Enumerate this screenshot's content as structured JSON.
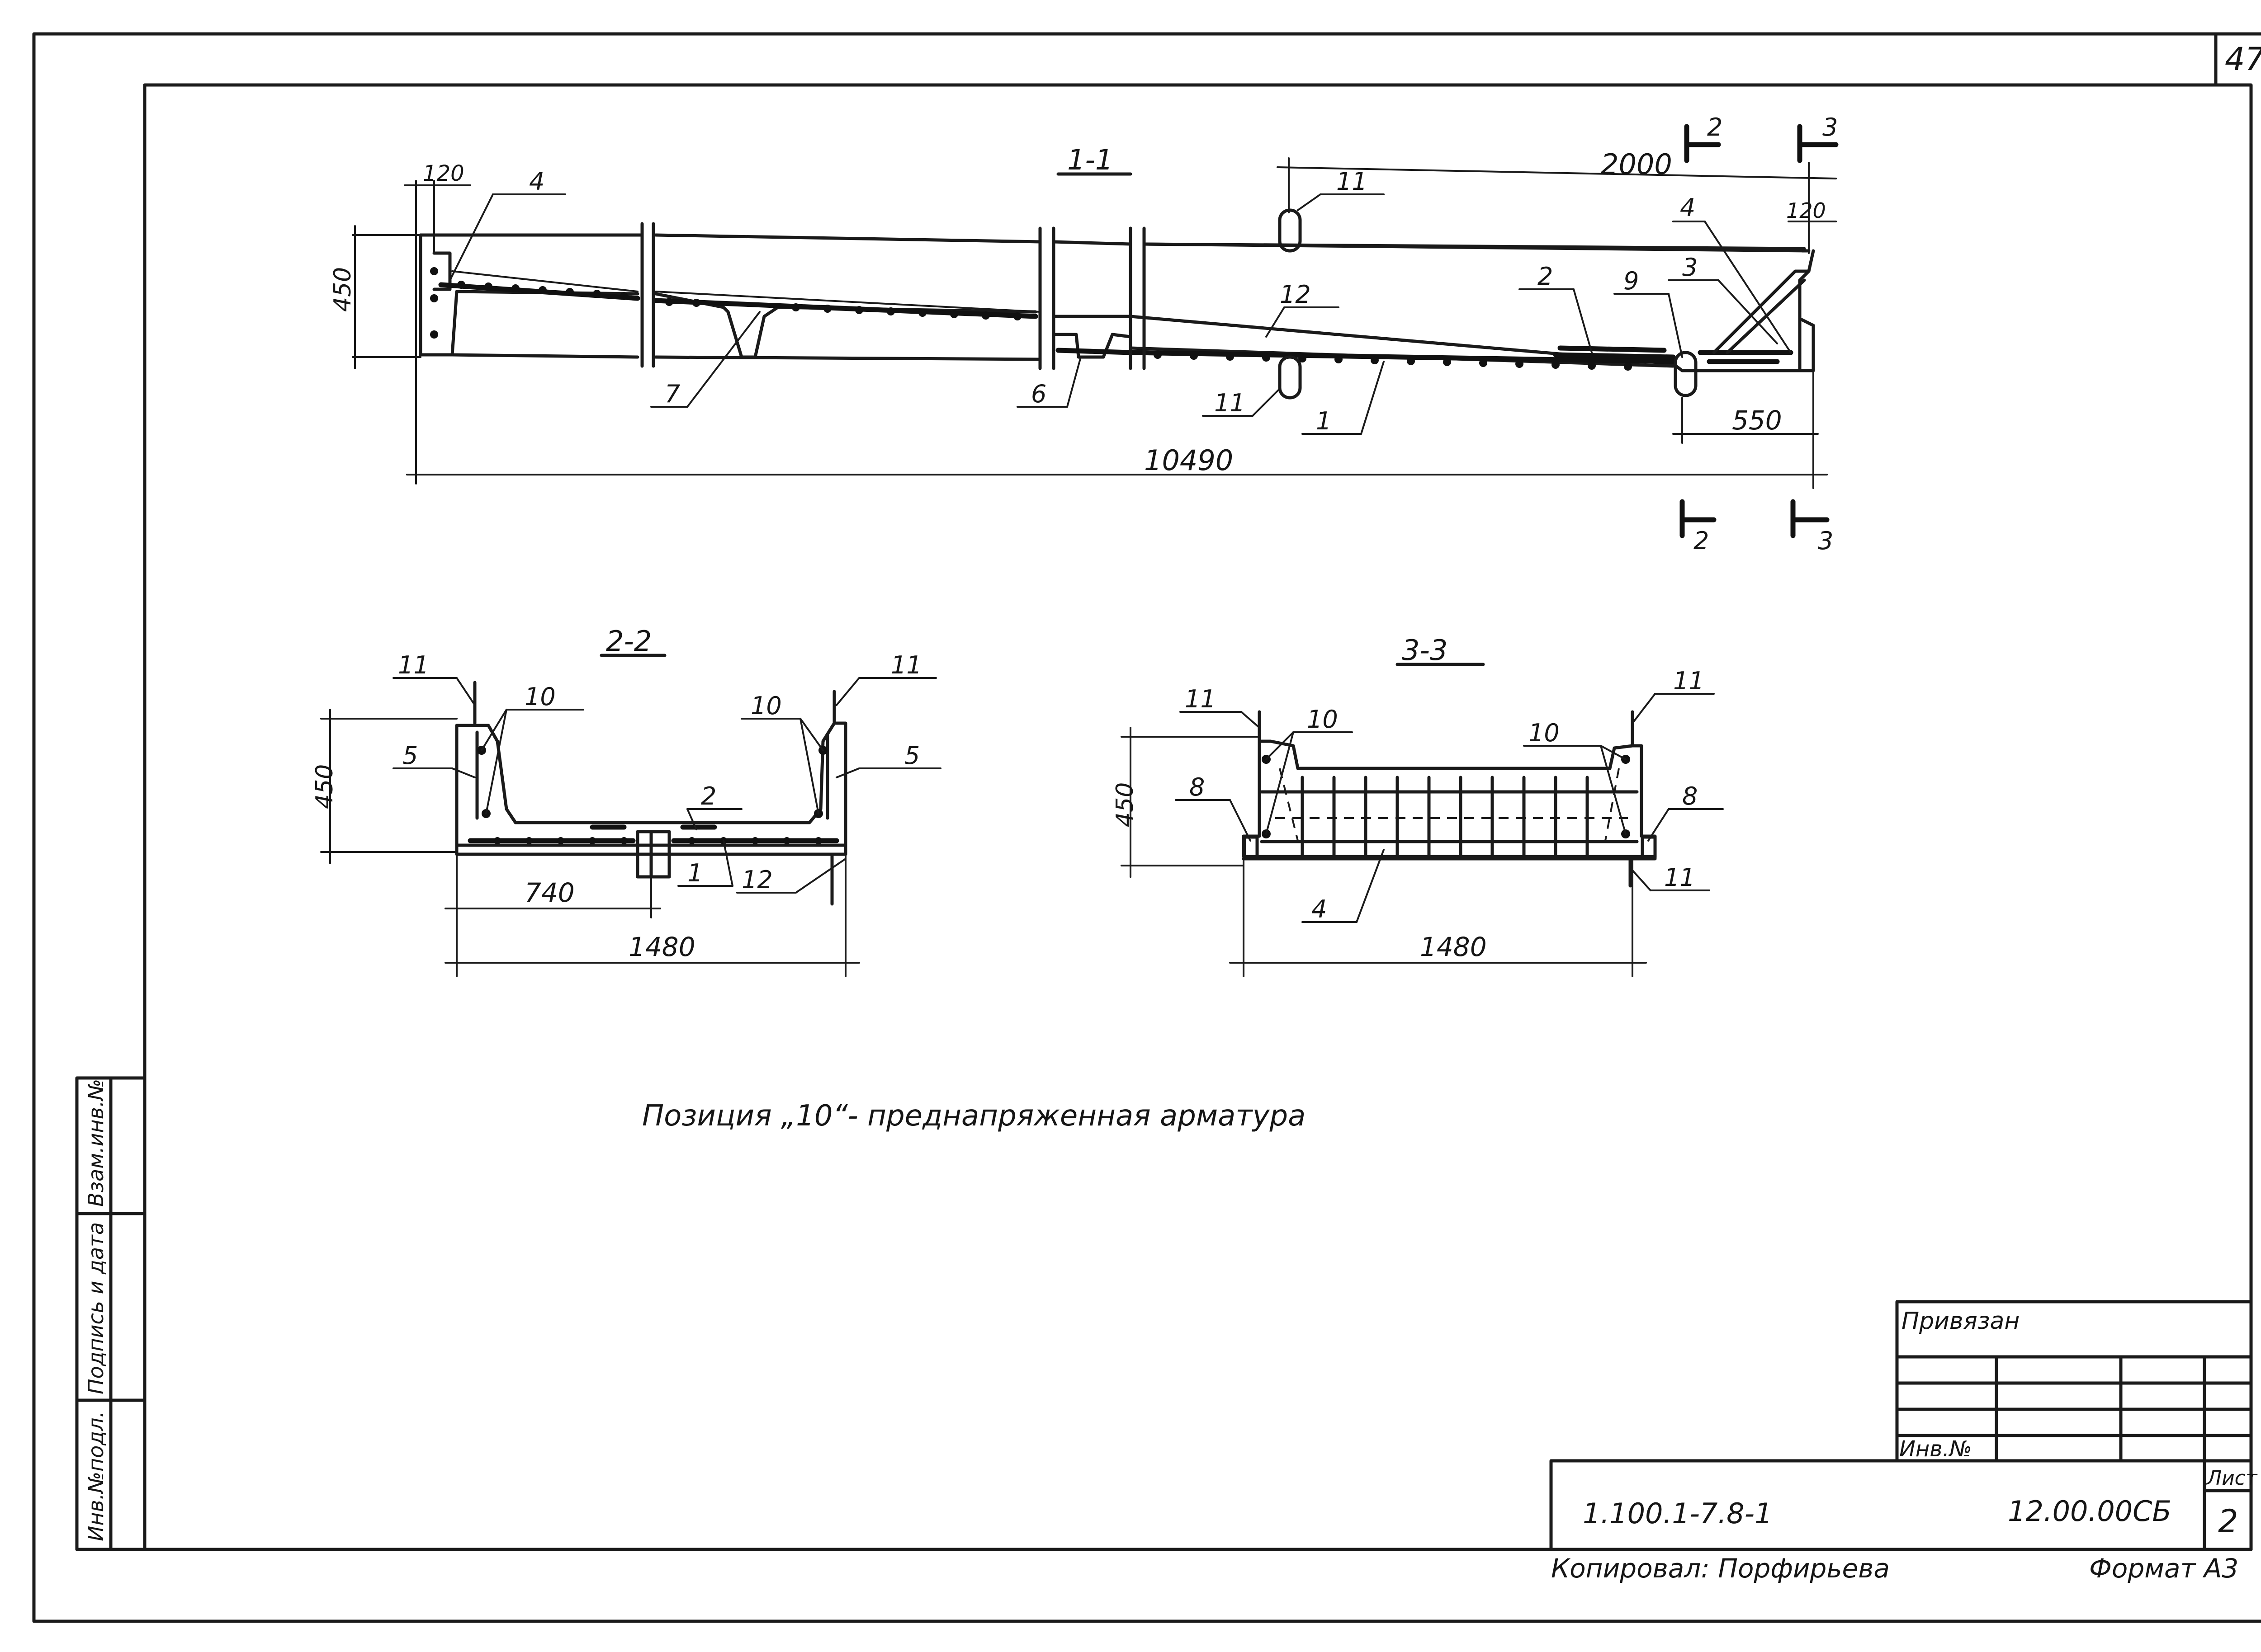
{
  "sheet_number": "47",
  "section_1_1": {
    "title": "1-1",
    "dim_length": "10490",
    "dim_right": "2000",
    "dim_end": "550",
    "dim_height": "450",
    "dim_left_end": "120",
    "dim_right_end": "120",
    "cut_2_top": "2",
    "cut_3_top": "3",
    "cut_2_bottom": "2",
    "cut_3_bottom": "3",
    "callouts": [
      "4",
      "11",
      "12",
      "4",
      "3",
      "2",
      "9",
      "7",
      "6",
      "11",
      "1"
    ]
  },
  "section_2_2": {
    "title": "2-2",
    "dim_height": "450",
    "dim_half": "740",
    "dim_width": "1480",
    "callouts": [
      "11",
      "10",
      "10",
      "11",
      "5",
      "5",
      "2",
      "1",
      "12"
    ]
  },
  "section_3_3": {
    "title": "3-3",
    "dim_height": "450",
    "dim_width": "1480",
    "callouts": [
      "11",
      "10",
      "10",
      "11",
      "8",
      "8",
      "4",
      "11"
    ]
  },
  "note": "Позиция „10“- преднапряженная арматура",
  "side_stamp": {
    "col1": "Инв.№подл.",
    "col2": "Подпись и дата",
    "col3": "Взам.инв.№"
  },
  "title_block": {
    "attached": "Привязан",
    "inv_no": "Инв.№",
    "series": "1.100.1-7.8-1",
    "code": "12.00.00СБ",
    "sheet_label": "Лист",
    "sheet": "2"
  },
  "footer": {
    "copied": "Копировал: Порфирьева",
    "format": "Формат А3"
  }
}
